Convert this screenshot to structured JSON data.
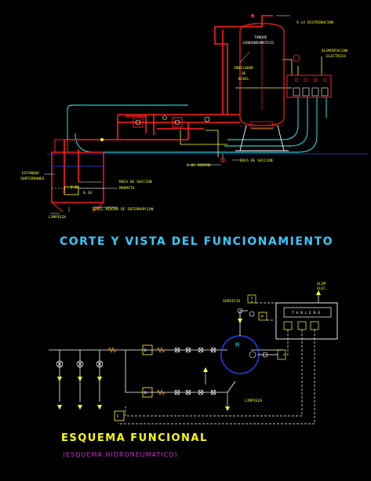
{
  "top": {
    "labels": {
      "a_la_distribucion": "A LA DISTRIBUCION",
      "tanque_line1": "TANQUE",
      "tanque_line2": "HIDRONEUMATICO",
      "alimentacion_line1": "ALIMENTACION",
      "alimentacion_line2": "ELECTRICO",
      "indicador_line1": "INDICADOR",
      "indicador_line2": "DE",
      "indicador_line3": "NIVEL",
      "estanque_line1": "ESTANQUE",
      "estanque_line2": "SUBTERRANEO",
      "boca_succion_1": "BOCA DE SUCCION",
      "marmita": "MARMITA",
      "nivel_minimo_1": "0.05 MINIMO",
      "boca_succion_2": "BOCA DE SUCCION",
      "dim_1": "0.05",
      "dim_2": "0.10",
      "nivel_minimo_interrupcion": "NIVEL MINIMO DE INTERRUPCION",
      "limpieza": "LIMPIEZA"
    },
    "title": "CORTE Y VISTA DEL FUNCIONAMIENTO"
  },
  "bottom": {
    "labels": {
      "alim_line1": "ALIM",
      "alim_line2": "ELEC.",
      "servicio": "SERVICIO",
      "tablero": "T A B L E R O",
      "limpieza": "LIMPIEZA",
      "tank_letter": "H",
      "box_b": "B",
      "box_r": "R",
      "box_f": "F",
      "box_p": "P"
    },
    "title": "ESQUEMA FUNCIONAL",
    "subtitle": "(ESQUEMA   HIDRONEUMATICO)"
  },
  "colors": {
    "background": "#000000",
    "pipe_red": "#ff2020",
    "line_cyan": "#33ffff",
    "line_yellow": "#ffff33",
    "line_white": "#ffffff",
    "title_cyan": "#33ccff",
    "title_yellow": "#ffff00",
    "subtitle_magenta": "#cc33cc",
    "water_blue": "#3344ff",
    "tank_blue": "#2244ff"
  }
}
